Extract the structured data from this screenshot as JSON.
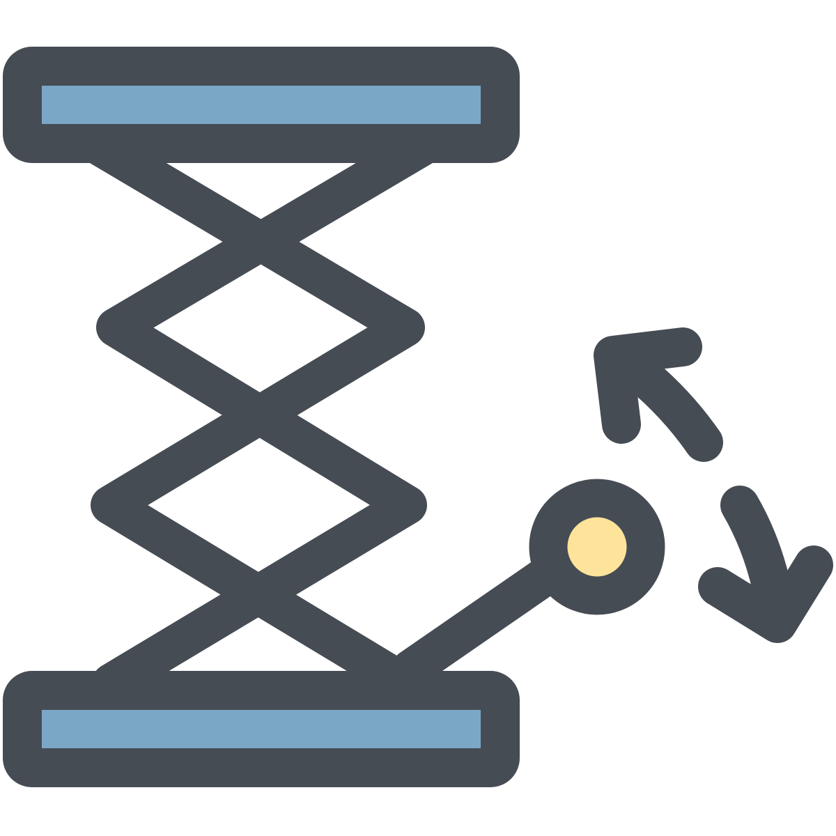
{
  "icon": {
    "name": "scissor-lift-jack-icon",
    "colors": {
      "outline": "#464C54",
      "platform_fill": "#7BA7C7",
      "knob_fill": "#FDE49A",
      "background": "#FFFFFF"
    },
    "parts": [
      "top-platform",
      "scissor-arms",
      "bottom-platform",
      "crank-handle",
      "crank-knob",
      "rotate-arrow-up",
      "rotate-arrow-down"
    ]
  }
}
